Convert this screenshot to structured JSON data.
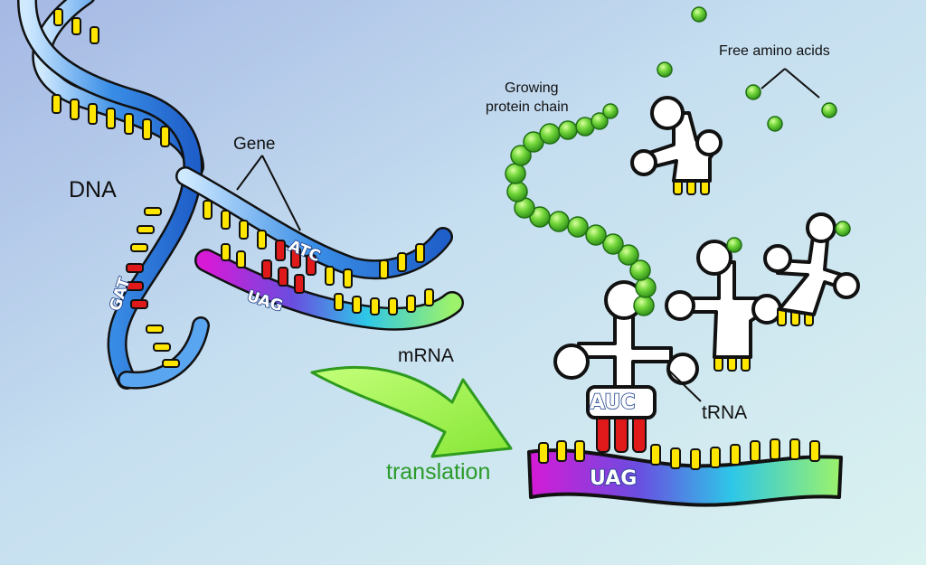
{
  "labels": {
    "dna": "DNA",
    "gene": "Gene",
    "mrna": "mRNA",
    "trna": "tRNA",
    "growing_chain_line1": "Growing",
    "growing_chain_line2": "protein chain",
    "free_amino_acids": "Free amino acids",
    "translation": "translation"
  },
  "codons": {
    "dna_gene": "ATC",
    "dna_template": "GAT",
    "mrna_transcript": "UAG",
    "trna_anticodon": "AUC",
    "mrna_ribosome": "UAG"
  },
  "colors": {
    "background_from": "#a9bde6",
    "background_to": "#d6f0f0",
    "dna_strand": "#3a8ee6",
    "base_yellow": "#ffe600",
    "base_red": "#e01a1a",
    "amino_acid": "#5cc92a",
    "arrow_fill": "#a3f54a",
    "translation_text": "#2a9a2a"
  }
}
